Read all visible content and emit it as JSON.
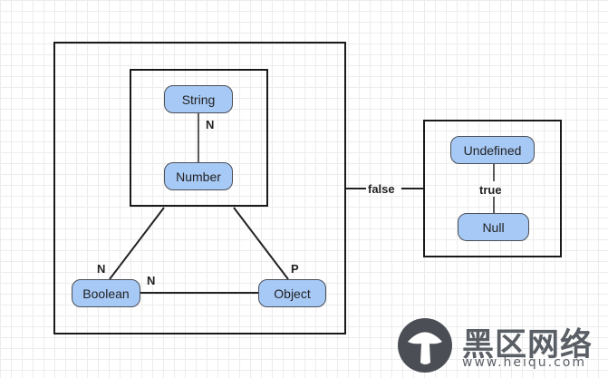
{
  "diagram": {
    "nodes": {
      "string": "String",
      "number": "Number",
      "boolean": "Boolean",
      "object": "Object",
      "undefined": "Undefined",
      "null": "Null"
    },
    "edge_labels": {
      "string_number": "N",
      "number_boolean": "N",
      "boolean_object": "N",
      "number_object": "P",
      "group_link": "false",
      "undefined_null": "true"
    }
  },
  "watermark": {
    "logo_text": "黑区网络",
    "url": "www.heiqu.com"
  },
  "colors": {
    "node_fill": "#a7c9f6",
    "node_border": "#4a4f57",
    "line": "#1a1a1a",
    "grid": "#ececec"
  }
}
